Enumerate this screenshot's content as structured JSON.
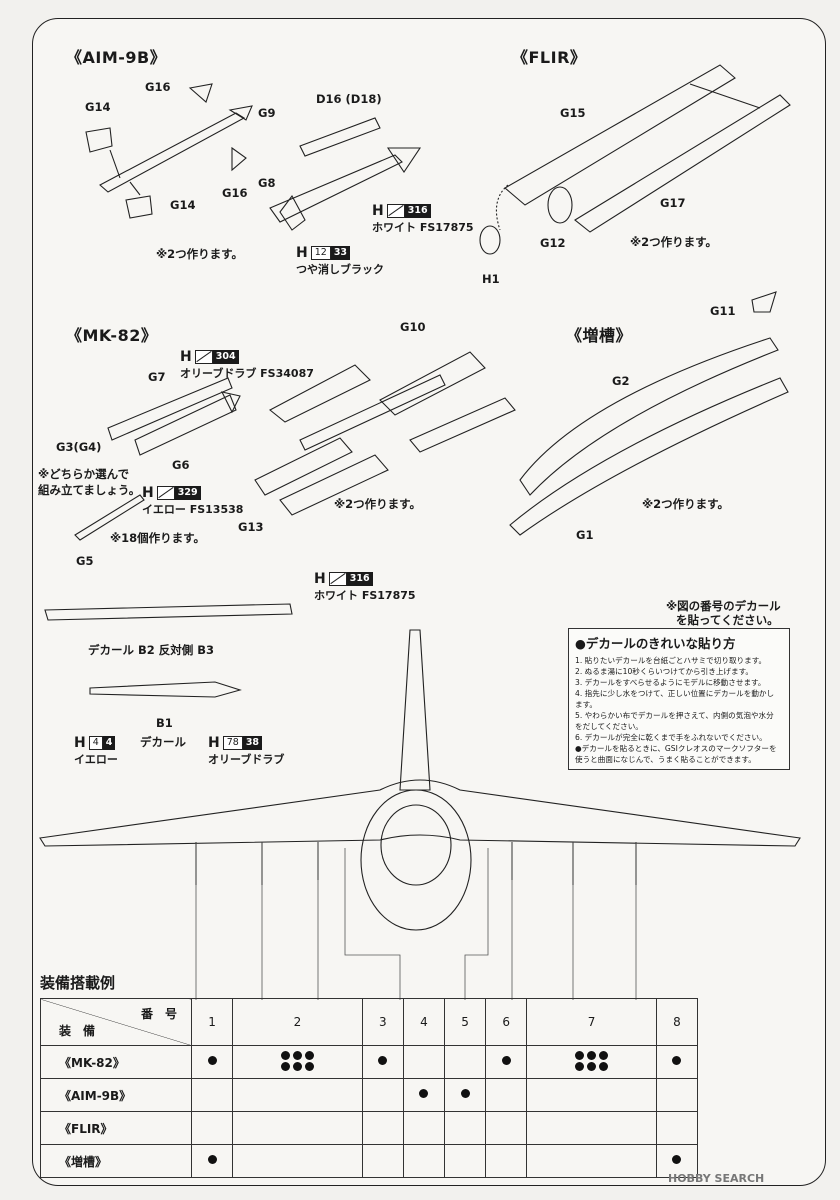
{
  "sections": {
    "aim9b": "《AIM-9B》",
    "flir": "《FLIR》",
    "mk82": "《MK-82》",
    "tank": "《増槽》"
  },
  "aim9b": {
    "parts": [
      "G16",
      "G14",
      "G9",
      "G16",
      "G8",
      "G14",
      "D16 (D18)"
    ],
    "color_white": {
      "h": "H",
      "code": "316",
      "name": "ホワイト FS17875"
    },
    "color_black": {
      "h": "H",
      "code1": "12",
      "code2": "33",
      "name": "つや消しブラック"
    },
    "note": "※2つ作ります。"
  },
  "flir": {
    "parts": [
      "G15",
      "G17",
      "G12",
      "H1"
    ],
    "note": "※2つ作ります。"
  },
  "mk82": {
    "parts": [
      "G7",
      "G3(G4)",
      "G6",
      "G5",
      "G10",
      "G13"
    ],
    "color_olive": {
      "h": "H",
      "code": "304",
      "name": "オリーブドラブ FS34087"
    },
    "color_yellow": {
      "h": "H",
      "code": "329",
      "name": "イエロー FS13538"
    },
    "note_choose": "※どちらか選んで",
    "note_choose2": "組み立てましょう。",
    "note_18": "※18個作ります。",
    "note_2": "※2つ作ります。"
  },
  "tank": {
    "parts": [
      "G11",
      "G2",
      "G1"
    ],
    "note": "※2つ作ります。"
  },
  "decal_bomb": {
    "white": {
      "h": "H",
      "code": "316",
      "name": "ホワイト FS17875"
    },
    "caption": "デカール B2 反対側 B3",
    "b1": "B1",
    "b1_label": "デカール",
    "yellow": {
      "h": "H",
      "code1": "4",
      "code2": "4",
      "name": "イエロー"
    },
    "olive": {
      "h": "H",
      "code1": "78",
      "code2": "38",
      "name": "オリーブドラブ"
    }
  },
  "decal_ref": "※図の番号のデカール",
  "decal_ref2": "を貼ってください。",
  "tips": {
    "title": "●デカールのきれいな貼り方",
    "lines": [
      "1. 貼りたいデカールを台紙ごとハサミで切り取ります。",
      "2. ぬるま湯に10秒くらいつけてから引き上げます。",
      "3. デカールをすべらせるようにモデルに移動させます。",
      "4. 指先に少し水をつけて、正しい位置にデカールを動かし",
      "   ます。",
      "5. やわらかい布でデカールを押さえて、内側の気泡や水分",
      "   をだしてください。",
      "6. デカールが完全に乾くまで手をふれないでください。",
      "●デカールを貼るときに、GSIクレオスのマークソフターを",
      "   使うと曲面になじんで、うまく貼ることができます。"
    ]
  },
  "table": {
    "title": "装備搭載例",
    "header_num": "番　号",
    "header_equip": "装　備",
    "stations": [
      "1",
      "2",
      "3",
      "4",
      "5",
      "6",
      "7",
      "8"
    ],
    "rows": [
      {
        "name": "《MK-82》",
        "dots": [
          1,
          6,
          1,
          0,
          0,
          1,
          6,
          1
        ]
      },
      {
        "name": "《AIM-9B》",
        "dots": [
          0,
          0,
          0,
          1,
          1,
          0,
          0,
          0
        ]
      },
      {
        "name": "《FLIR》",
        "dots": [
          0,
          0,
          0,
          0,
          0,
          0,
          0,
          0
        ]
      },
      {
        "name": "《増槽》",
        "dots": [
          1,
          0,
          0,
          0,
          0,
          0,
          0,
          1
        ]
      }
    ]
  },
  "watermark": "HOBBY SEARCH"
}
